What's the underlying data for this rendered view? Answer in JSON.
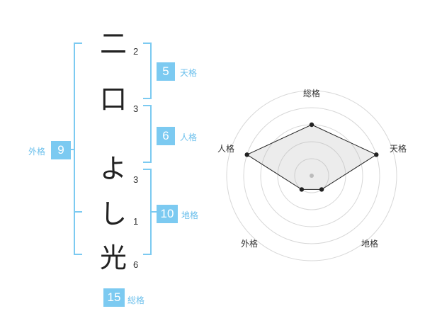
{
  "name_chars": [
    {
      "char": "二",
      "strokes": "2"
    },
    {
      "char": "口",
      "strokes": "3"
    },
    {
      "char": "よ",
      "strokes": "3"
    },
    {
      "char": "し",
      "strokes": "1"
    },
    {
      "char": "光",
      "strokes": "6"
    }
  ],
  "fortunes": {
    "tenkaku": {
      "label": "天格",
      "value": "5"
    },
    "jinkaku": {
      "label": "人格",
      "value": "6"
    },
    "chikaku": {
      "label": "地格",
      "value": "10"
    },
    "gaikaku": {
      "label": "外格",
      "value": "9"
    },
    "soukaku": {
      "label": "総格",
      "value": "15"
    }
  },
  "radar": {
    "axes": [
      "総格",
      "天格",
      "地格",
      "外格",
      "人格"
    ],
    "levels": 5,
    "values": [
      3,
      4,
      1,
      1,
      4
    ],
    "colors": {
      "fill": "#f2f2f2",
      "ring": "#d7d7d7",
      "line": "#222222",
      "dot": "#222222",
      "center": "#bbbbbb"
    }
  },
  "colors": {
    "accent": "#7ccaf1"
  }
}
